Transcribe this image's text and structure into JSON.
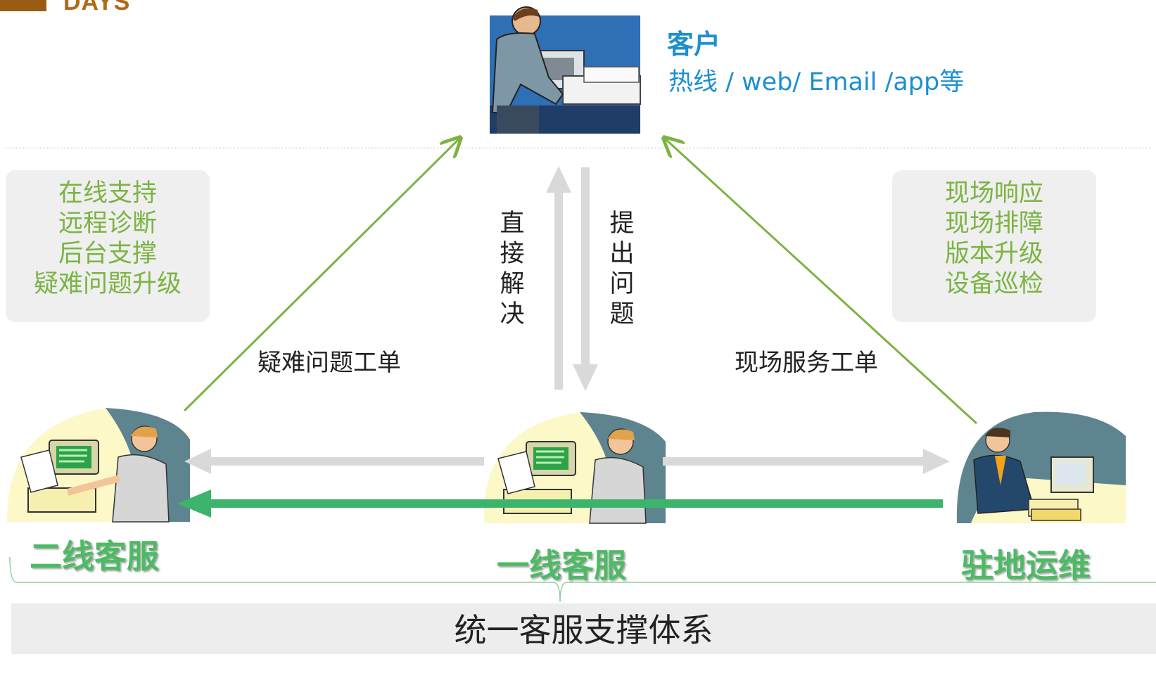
{
  "logo": {
    "text": "DAYS"
  },
  "customer": {
    "title": "客户",
    "channels": "热线 / web/ Email /app等"
  },
  "second_line_box": {
    "items": [
      "在线支持",
      "远程诊断",
      "后台支撑",
      "疑难问题升级"
    ]
  },
  "onsite_box": {
    "items": [
      "现场响应",
      "现场排障",
      "版本升级",
      "设备巡检"
    ]
  },
  "vertical_labels": {
    "direct_resolve": [
      "直",
      "接",
      "解",
      "决"
    ],
    "raise_issue": [
      "提",
      "出",
      "问",
      "题"
    ]
  },
  "tickets": {
    "difficult_issue": "疑难问题工单",
    "onsite_service": "现场服务工单"
  },
  "roles": {
    "second_line": "二线客服",
    "first_line": "一线客服",
    "onsite_ops": "驻地运维"
  },
  "footer": {
    "text": "统一客服支撑体系"
  },
  "colors": {
    "accent_green": "#7cb342",
    "role_green": "#4cbb64",
    "customer_blue": "#1c8fd1",
    "gray_arrow": "#d9d9d9",
    "box_gray": "#efefef"
  },
  "icons": {
    "customer": "person-at-computer-icon",
    "second_line": "agent-at-computer-icon",
    "first_line": "agent-at-computer-icon",
    "onsite_ops": "businessman-at-computer-icon"
  }
}
